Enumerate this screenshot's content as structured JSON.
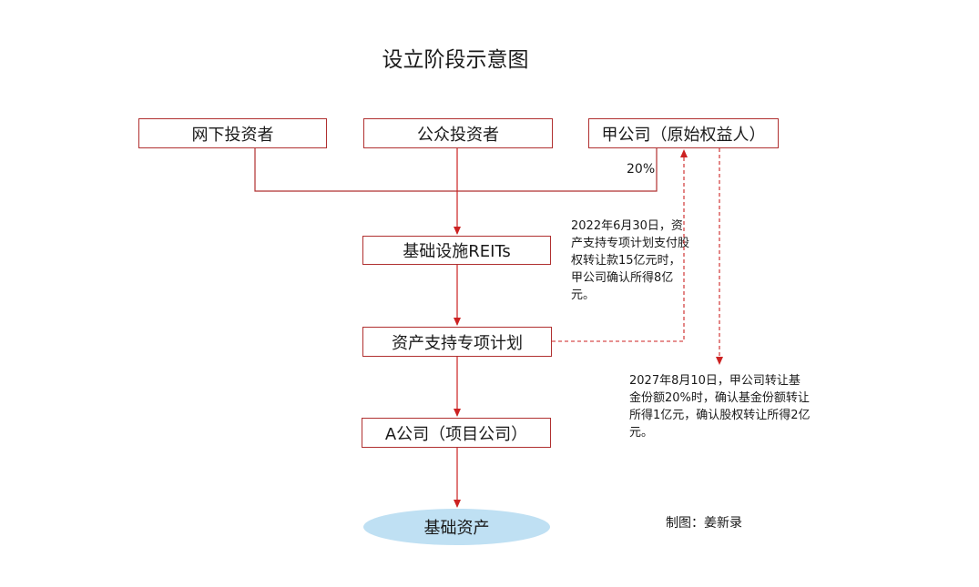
{
  "title": "设立阶段示意图",
  "nodes": {
    "offline_investors": "网下投资者",
    "public_investors": "公众投资者",
    "company_jia": "甲公司（原始权益人）",
    "reits": "基础设施REITs",
    "abs_plan": "资产支持专项计划",
    "company_a": "A公司（项目公司）",
    "infrastructure_asset": "基础资产"
  },
  "labels": {
    "share_pct": "20%",
    "note_2022": "2022年6月30日，资产支持专项计划支付股权转让款15亿元时，甲公司确认所得8亿元。",
    "note_2027": "2027年8月10日，甲公司转让基金份额20%时，确认基金份额转让所得1亿元，确认股权转让所得2亿元。",
    "credit": "制图：姜新录"
  },
  "colors": {
    "border": "#b03030",
    "arrow": "#cc2222",
    "ellipse_fill": "#bfe0f3"
  }
}
